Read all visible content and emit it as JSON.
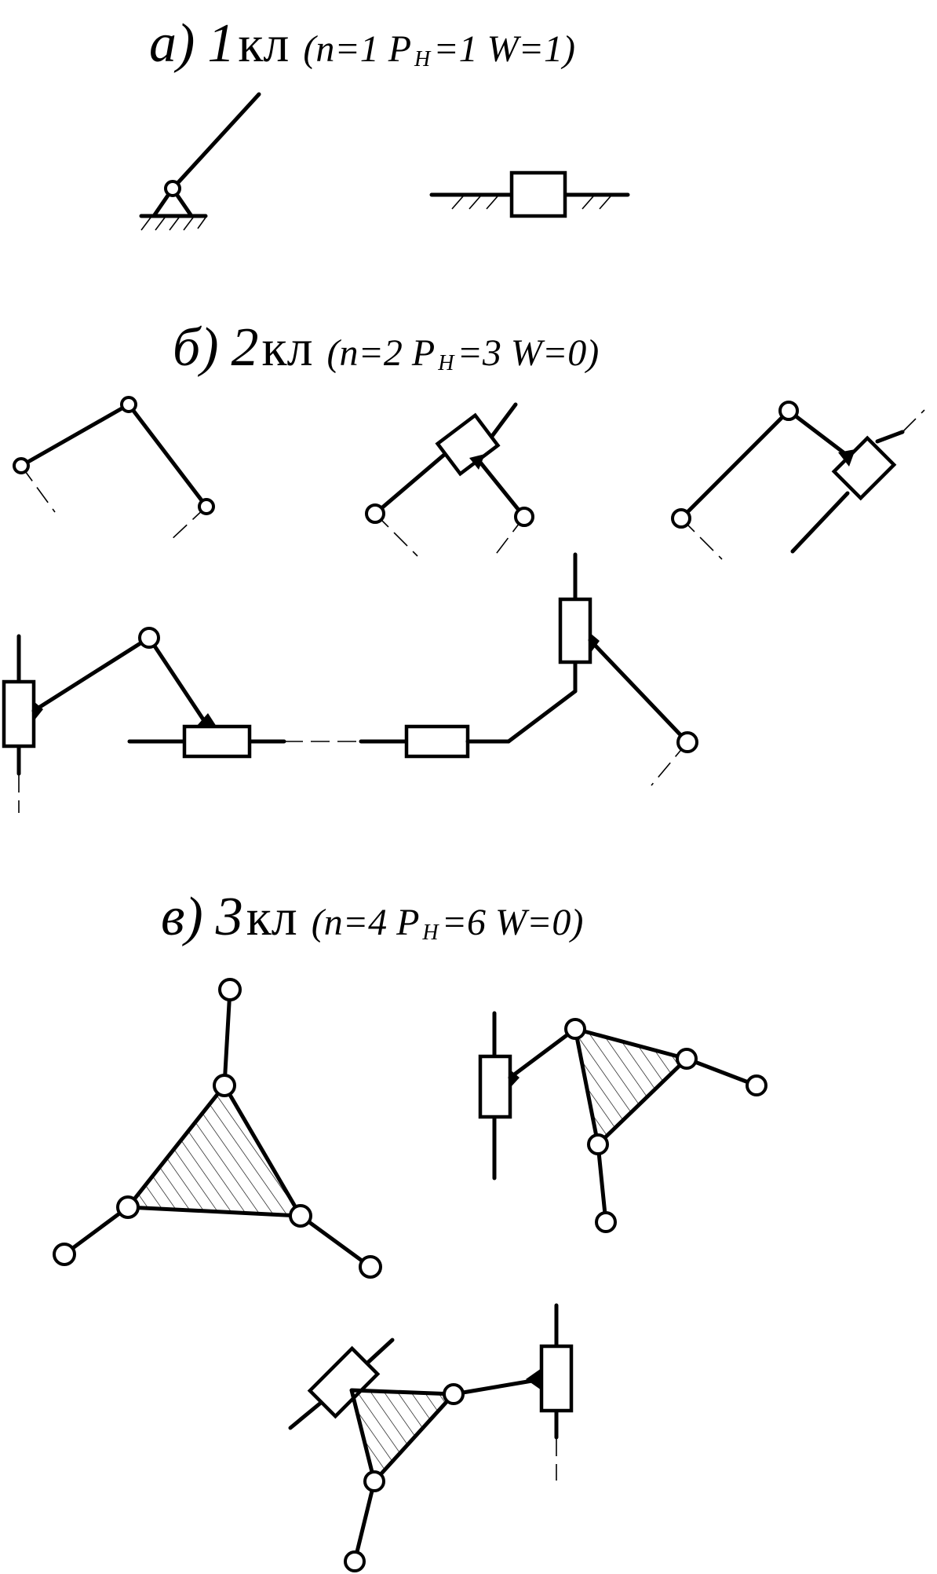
{
  "headings": {
    "a": {
      "prefix": "а)",
      "num": "1",
      "cls": "кл",
      "open": "(n=1  P",
      "sub": "Н",
      "close": "=1  W=1)"
    },
    "b": {
      "prefix": "б)",
      "num": "2",
      "cls": "кл",
      "open": "(n=2  P",
      "sub": "Н",
      "close": "=3  W=0)"
    },
    "c": {
      "prefix": "в)",
      "num": "3",
      "cls": "кл",
      "open": "(n=4  P",
      "sub": "Н",
      "close": "=6  W=0)"
    }
  }
}
